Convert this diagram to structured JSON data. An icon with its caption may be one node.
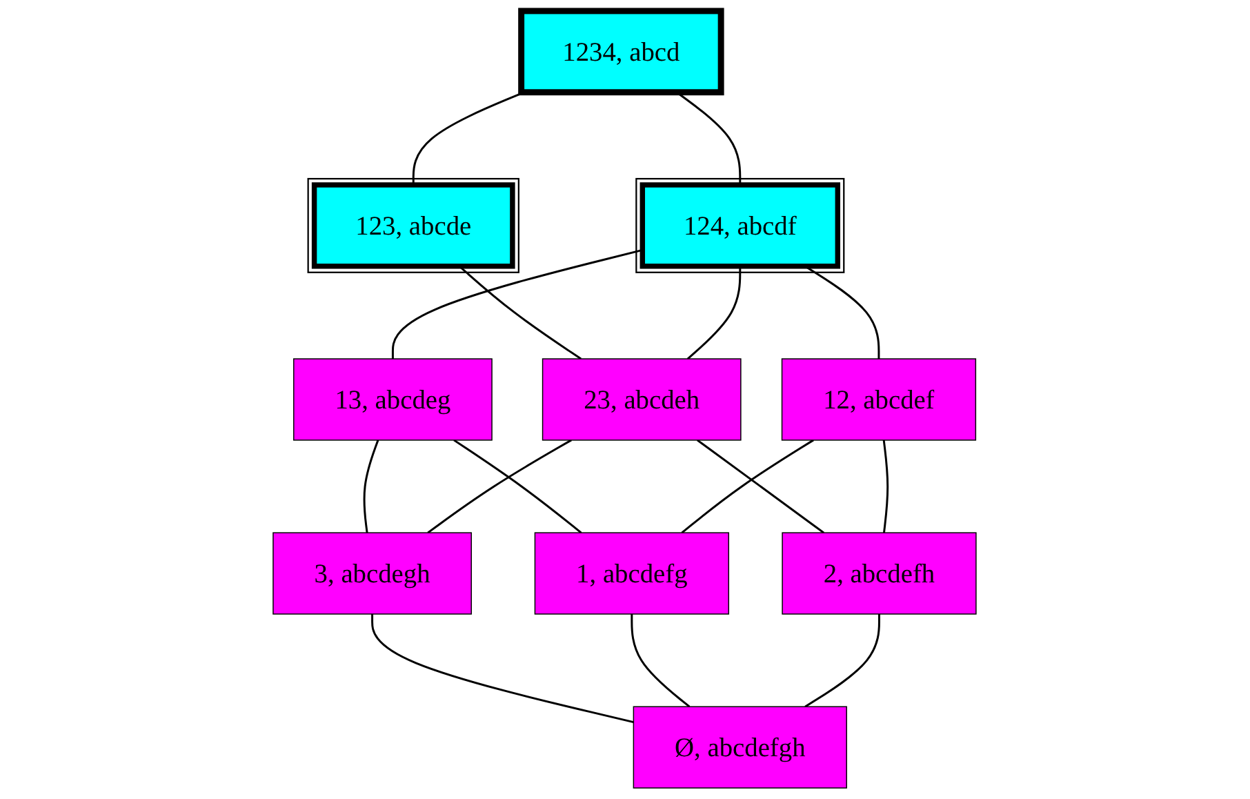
{
  "diagram": {
    "nodes": [
      {
        "text": [
          "1234, abcd"
        ]
      },
      {
        "text": [
          "123, abcde"
        ]
      },
      {
        "text": [
          "124, abcdf"
        ]
      },
      {
        "text": [
          "13, abcdeg"
        ]
      },
      {
        "text": [
          "23, abcdeh"
        ]
      },
      {
        "text": [
          "12, abcdef"
        ]
      },
      {
        "text": [
          "3, abcdegh"
        ]
      },
      {
        "text": [
          "1, abcdefg"
        ]
      },
      {
        "text": [
          "2, abcdefh"
        ]
      },
      {
        "text": [
          "Ø, abcdefgh"
        ]
      }
    ],
    "edges": [
      {
        "from": 0,
        "to": 1,
        "arrow": "none"
      },
      {
        "from": 0,
        "to": 2,
        "arrow": "none"
      },
      {
        "from": 1,
        "to": 4,
        "arrow": "none"
      },
      {
        "from": 2,
        "to": 3,
        "arrow": "none"
      },
      {
        "from": 2,
        "to": 4,
        "arrow": "none"
      },
      {
        "from": 2,
        "to": 5,
        "arrow": "none"
      },
      {
        "from": 3,
        "to": 6,
        "arrow": "none"
      },
      {
        "from": 3,
        "to": 7,
        "arrow": "none"
      },
      {
        "from": 4,
        "to": 6,
        "arrow": "none"
      },
      {
        "from": 4,
        "to": 8,
        "arrow": "none"
      },
      {
        "from": 5,
        "to": 7,
        "arrow": "none"
      },
      {
        "from": 5,
        "to": 8,
        "arrow": "none"
      },
      {
        "from": 6,
        "to": 9,
        "arrow": "none"
      },
      {
        "from": 7,
        "to": 9,
        "arrow": "none"
      },
      {
        "from": 8,
        "to": 9,
        "arrow": "none"
      }
    ]
  }
}
